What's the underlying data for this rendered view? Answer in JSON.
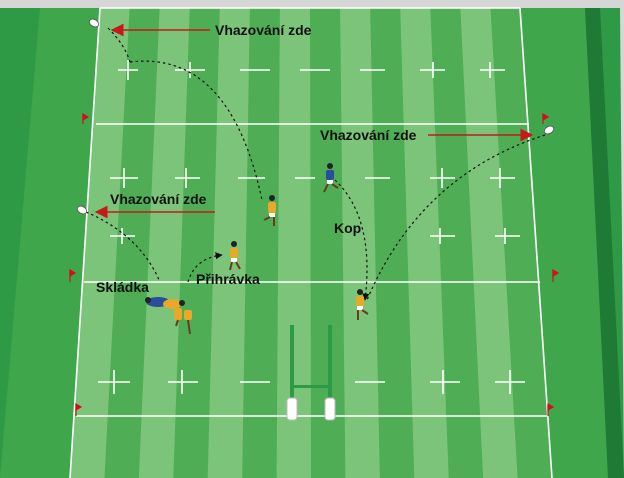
{
  "labels": {
    "throw_in_top": "Vhazování zde",
    "throw_in_right": "Vhazování zde",
    "throw_in_left": "Vhazování zde",
    "kick": "Kop",
    "pass": "Přihrávka",
    "ruck": "Skládka"
  },
  "colors": {
    "grass_light": "#7cc47a",
    "grass_dark": "#4fae55",
    "in_goal": "#2f9a45",
    "flag": "#d0101b",
    "arrow": "#c41a1a",
    "post": "#2f9a45",
    "team_yellow": "#e8a92a",
    "team_blue": "#2a4d9a"
  }
}
